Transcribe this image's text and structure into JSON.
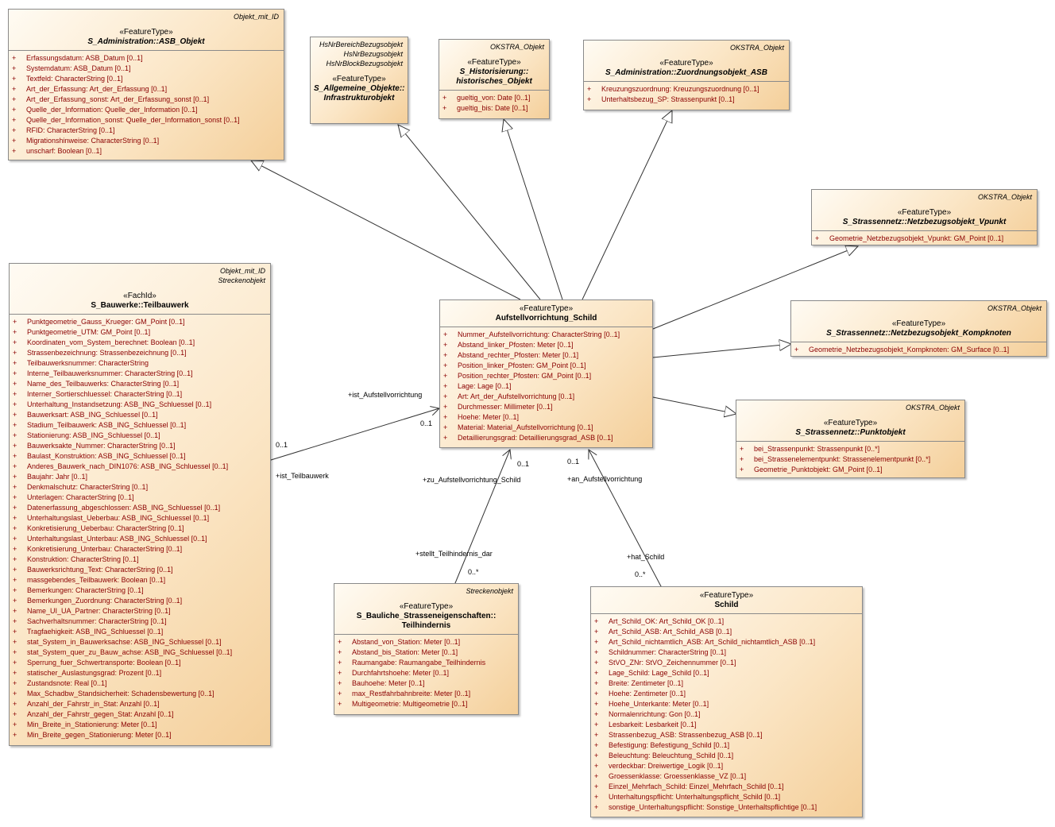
{
  "classes": [
    {
      "id": "asb",
      "tags": [
        "Objekt_mit_ID"
      ],
      "stereotype": "«FeatureType»",
      "name": "S_Administration::ASB_Objekt",
      "italic": true,
      "attributes": [
        "Erfassungsdatum: ASB_Datum [0..1]",
        "Systemdatum: ASB_Datum [0..1]",
        "Textfeld: CharacterString [0..1]",
        "Art_der_Erfassung: Art_der_Erfassung [0..1]",
        "Art_der_Erfassung_sonst: Art_der_Erfassung_sonst [0..1]",
        "Quelle_der_Information: Quelle_der_Information [0..1]",
        "Quelle_der_Information_sonst: Quelle_der_Information_sonst [0..1]",
        "RFID: CharacterString [0..1]",
        "Migrationshinweise: CharacterString [0..1]",
        "unscharf: Boolean [0..1]"
      ]
    },
    {
      "id": "infra",
      "tags": [
        "HsNrBereichBezugsobjekt",
        "HsNrBezugsobjekt",
        "HsNrBlockBezugsobjekt"
      ],
      "stereotype": "«FeatureType»",
      "name": [
        "S_Allgemeine_Objekte::",
        "Infrastrukturobjekt"
      ],
      "italic": true,
      "attributes": []
    },
    {
      "id": "hist",
      "tags": [
        "OKSTRA_Objekt"
      ],
      "stereotype": "«FeatureType»",
      "name": [
        "S_Historisierung::",
        "historisches_Objekt"
      ],
      "italic": true,
      "attributes": [
        "gueltig_von: Date [0..1]",
        "gueltig_bis: Date [0..1]"
      ]
    },
    {
      "id": "zuord",
      "tags": [
        "OKSTRA_Objekt"
      ],
      "stereotype": "«FeatureType»",
      "name": "S_Administration::Zuordnungsobjekt_ASB",
      "italic": true,
      "attributes": [
        "Kreuzungszuordnung: Kreuzungszuordnung [0..1]",
        "Unterhaltsbezug_SP: Strassenpunkt [0..1]"
      ]
    },
    {
      "id": "vpunkt",
      "tags": [
        "OKSTRA_Objekt"
      ],
      "stereotype": "«FeatureType»",
      "name": "S_Strassennetz::Netzbezugsobjekt_Vpunkt",
      "italic": true,
      "attributes": [
        "Geometrie_Netzbezugsobjekt_Vpunkt: GM_Point [0..1]"
      ]
    },
    {
      "id": "kompk",
      "tags": [
        "OKSTRA_Objekt"
      ],
      "stereotype": "«FeatureType»",
      "name": "S_Strassennetz::Netzbezugsobjekt_Kompknoten",
      "italic": true,
      "attributes": [
        "Geometrie_Netzbezugsobjekt_Kompknoten: GM_Surface [0..1]"
      ]
    },
    {
      "id": "punkt",
      "tags": [
        "OKSTRA_Objekt"
      ],
      "stereotype": "«FeatureType»",
      "name": "S_Strassennetz::Punktobjekt",
      "italic": true,
      "attributes": [
        "bei_Strassenpunkt: Strassenpunkt [0..*]",
        "bei_Strassenelementpunkt: Strassenelementpunkt [0..*]",
        "Geometrie_Punktobjekt: GM_Point [0..1]"
      ]
    },
    {
      "id": "teil",
      "tags": [
        "Objekt_mit_ID",
        "Streckenobjekt"
      ],
      "stereotype": "«FachId»",
      "name": "S_Bauwerke::Teilbauwerk",
      "italic": false,
      "attributes": [
        "Punktgeometrie_Gauss_Krueger: GM_Point [0..1]",
        "Punktgeometrie_UTM: GM_Point [0..1]",
        "Koordinaten_vom_System_berechnet: Boolean [0..1]",
        "Strassenbezeichnung: Strassenbezeichnung [0..1]",
        "Teilbauwerksnummer: CharacterString",
        "Interne_Teilbauwerksnummer: CharacterString [0..1]",
        "Name_des_Teilbauwerks: CharacterString [0..1]",
        "Interner_Sortierschluessel: CharacterString [0..1]",
        "Unterhaltung_Instandsetzung: ASB_ING_Schluessel [0..1]",
        "Bauwerksart: ASB_ING_Schluessel [0..1]",
        "Stadium_Teilbauwerk: ASB_ING_Schluessel [0..1]",
        "Stationierung: ASB_ING_Schluessel [0..1]",
        "Bauwerksakte_Nummer: CharacterString [0..1]",
        "Baulast_Konstruktion: ASB_ING_Schluessel [0..1]",
        "Anderes_Bauwerk_nach_DIN1076: ASB_ING_Schluessel [0..1]",
        "Baujahr: Jahr [0..1]",
        "Denkmalschutz: CharacterString [0..1]",
        "Unterlagen: CharacterString [0..1]",
        "Datenerfassung_abgeschlossen: ASB_ING_Schluessel [0..1]",
        "Unterhaltungslast_Ueberbau: ASB_ING_Schluessel [0..1]",
        "Konkretisierung_Ueberbau: CharacterString [0..1]",
        "Unterhaltungslast_Unterbau: ASB_ING_Schluessel [0..1]",
        "Konkretisierung_Unterbau: CharacterString [0..1]",
        "Konstruktion: CharacterString [0..1]",
        "Bauwerksrichtung_Text: CharacterString [0..1]",
        "massgebendes_Teilbauwerk: Boolean [0..1]",
        "Bemerkungen: CharacterString [0..1]",
        "Bemerkungen_Zuordnung: CharacterString [0..1]",
        "Name_UI_UA_Partner: CharacterString [0..1]",
        "Sachverhaltsnummer: CharacterString [0..1]",
        "Tragfaehigkeit: ASB_ING_Schluessel [0..1]",
        "stat_System_in_Bauwerksachse: ASB_ING_Schluessel [0..1]",
        "stat_System_quer_zu_Bauw_achse: ASB_ING_Schluessel [0..1]",
        "Sperrung_fuer_Schwertransporte: Boolean [0..1]",
        "statischer_Auslastungsgrad: Prozent [0..1]",
        "Zustandsnote: Real [0..1]",
        "Max_Schadbw_Standsicherheit: Schadensbewertung [0..1]",
        "Anzahl_der_Fahrstr_in_Stat: Anzahl [0..1]",
        "Anzahl_der_Fahrstr_gegen_Stat: Anzahl [0..1]",
        "Min_Breite_in_Stationierung: Meter [0..1]",
        "Min_Breite_gegen_Stationierung: Meter [0..1]"
      ]
    },
    {
      "id": "aufst",
      "tags": [],
      "stereotype": "«FeatureType»",
      "name": "Aufstellvorrichtung_Schild",
      "italic": false,
      "attributes": [
        "Nummer_Aufstellvorrichtung: CharacterString [0..1]",
        "Abstand_linker_Pfosten: Meter [0..1]",
        "Abstand_rechter_Pfosten: Meter [0..1]",
        "Position_linker_Pfosten: GM_Point [0..1]",
        "Position_rechter_Pfosten: GM_Point [0..1]",
        "Lage: Lage [0..1]",
        "Art: Art_der_Aufstellvorrichtung [0..1]",
        "Durchmesser: Millimeter [0..1]",
        "Hoehe: Meter [0..1]",
        "Material: Material_Aufstellvorrichtung [0..1]",
        "Detaillierungsgrad: Detaillierungsgrad_ASB [0..1]"
      ]
    },
    {
      "id": "teilh",
      "tags": [
        "Streckenobjekt"
      ],
      "stereotype": "«FeatureType»",
      "name": [
        "S_Bauliche_Strasseneigenschaften::",
        "Teilhindernis"
      ],
      "italic": false,
      "attributes": [
        "Abstand_von_Station: Meter [0..1]",
        "Abstand_bis_Station: Meter [0..1]",
        "Raumangabe: Raumangabe_Teilhindernis",
        "Durchfahrtshoehe: Meter [0..1]",
        "Bauhoehe: Meter [0..1]",
        "max_Restfahrbahnbreite: Meter [0..1]",
        "Multigeometrie: Multigeometrie [0..1]"
      ]
    },
    {
      "id": "schild",
      "tags": [],
      "stereotype": "«FeatureType»",
      "name": "Schild",
      "italic": false,
      "attributes": [
        "Art_Schild_OK: Art_Schild_OK [0..1]",
        "Art_Schild_ASB: Art_Schild_ASB [0..1]",
        "Art_Schild_nichtamtlich_ASB: Art_Schild_nichtamtlich_ASB [0..1]",
        "Schildnummer: CharacterString [0..1]",
        "StVO_ZNr: StVO_Zeichennummer [0..1]",
        "Lage_Schild: Lage_Schild [0..1]",
        "Breite: Zentimeter [0..1]",
        "Hoehe: Zentimeter [0..1]",
        "Hoehe_Unterkante: Meter [0..1]",
        "Normalenrichtung: Gon [0..1]",
        "Lesbarkeit: Lesbarkeit [0..1]",
        "Strassenbezug_ASB: Strassenbezug_ASB [0..1]",
        "Befestigung: Befestigung_Schild [0..1]",
        "Beleuchtung: Beleuchtung_Schild [0..1]",
        "verdeckbar: Dreiwertige_Logik [0..1]",
        "Groessenklasse: Groessenklasse_VZ [0..1]",
        "Einzel_Mehrfach_Schild: Einzel_Mehrfach_Schild [0..1]",
        "Unterhaltungspflicht: Unterhaltungspflicht_Schild [0..1]",
        "sonstige_Unterhaltungspflicht: Sonstige_Unterhaltspflichtige [0..1]"
      ]
    }
  ],
  "visibility_symbol": "+",
  "association_labels": {
    "ist_aufstell": "+ist_Aufstellvorrichtung",
    "ist_teil": "+ist_Teilbauwerk",
    "mult_aufst_teil": "0..1",
    "mult_teil": "0..1",
    "zu_aufst": "+zu_Aufstellvorrichtung_Schild",
    "mult_zu_aufst": "0..1",
    "stellt": "+stellt_Teilhindernis_dar",
    "mult_stellt": "0..*",
    "an_aufst": "+an_Aufstellvorrichtung",
    "mult_an_aufst": "0..1",
    "hat_schild": "+hat_Schild",
    "mult_hat_schild": "0..*"
  }
}
